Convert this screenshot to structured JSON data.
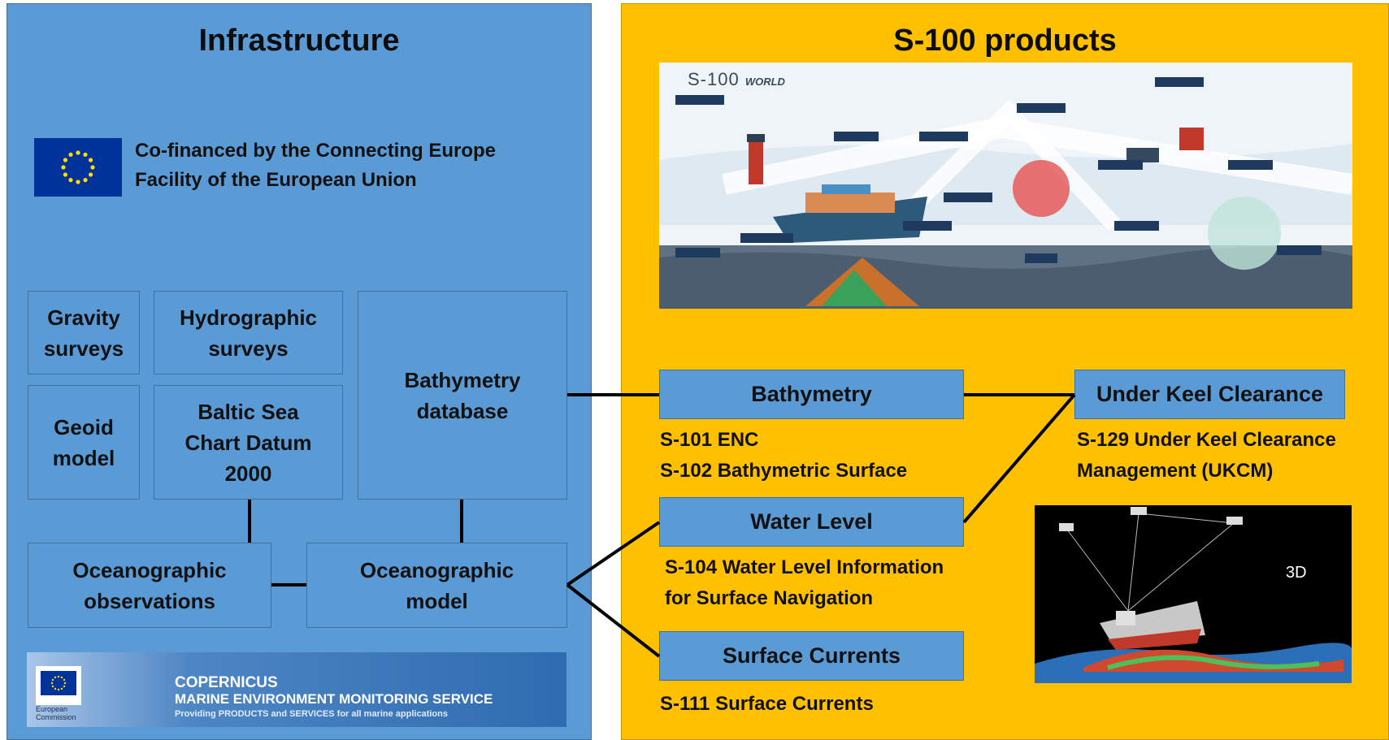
{
  "infrastructure": {
    "title": "Infrastructure",
    "eu_text_line1": "Co-financed by the Connecting Europe",
    "eu_text_line2": "Facility of the European Union",
    "boxes": {
      "gravity": "Gravity\nsurveys",
      "hydrographic": "Hydrographic\nsurveys",
      "bathymetry_db": "Bathymetry\ndatabase",
      "geoid": "Geoid\nmodel",
      "baltic": "Baltic Sea\nChart Datum\n2000",
      "ocean_obs": "Oceanographic\nobservations",
      "ocean_model": "Oceanographic\nmodel"
    },
    "copernicus": {
      "logo_text": "European Commission",
      "title": "COPERNICUS",
      "subtitle": "MARINE ENVIRONMENT MONITORING SERVICE",
      "tagline": "Providing PRODUCTS and SERVICES for all marine applications"
    }
  },
  "products": {
    "title": "S-100 products",
    "world_label": "S-100",
    "world_label_suffix": "WORLD",
    "boxes": {
      "bathymetry": "Bathymetry",
      "water_level": "Water Level",
      "surface_currents": "Surface Currents",
      "ukc": "Under Keel Clearance"
    },
    "captions": {
      "bathymetry_1": "S-101 ENC",
      "bathymetry_2": "S-102 Bathymetric Surface",
      "water_level_1": "S-104 Water Level Information",
      "water_level_2": "for Surface Navigation",
      "surface_currents_1": "S-111 Surface Currents",
      "ukc_1": "S-129 Under Keel Clearance",
      "ukc_2": "Management (UKCM)"
    },
    "render_label": "3D"
  },
  "colors": {
    "infrastructure_bg": "#5b9bd5",
    "products_bg": "#ffc000",
    "box_border": "#41719c",
    "connector": "#000000"
  }
}
